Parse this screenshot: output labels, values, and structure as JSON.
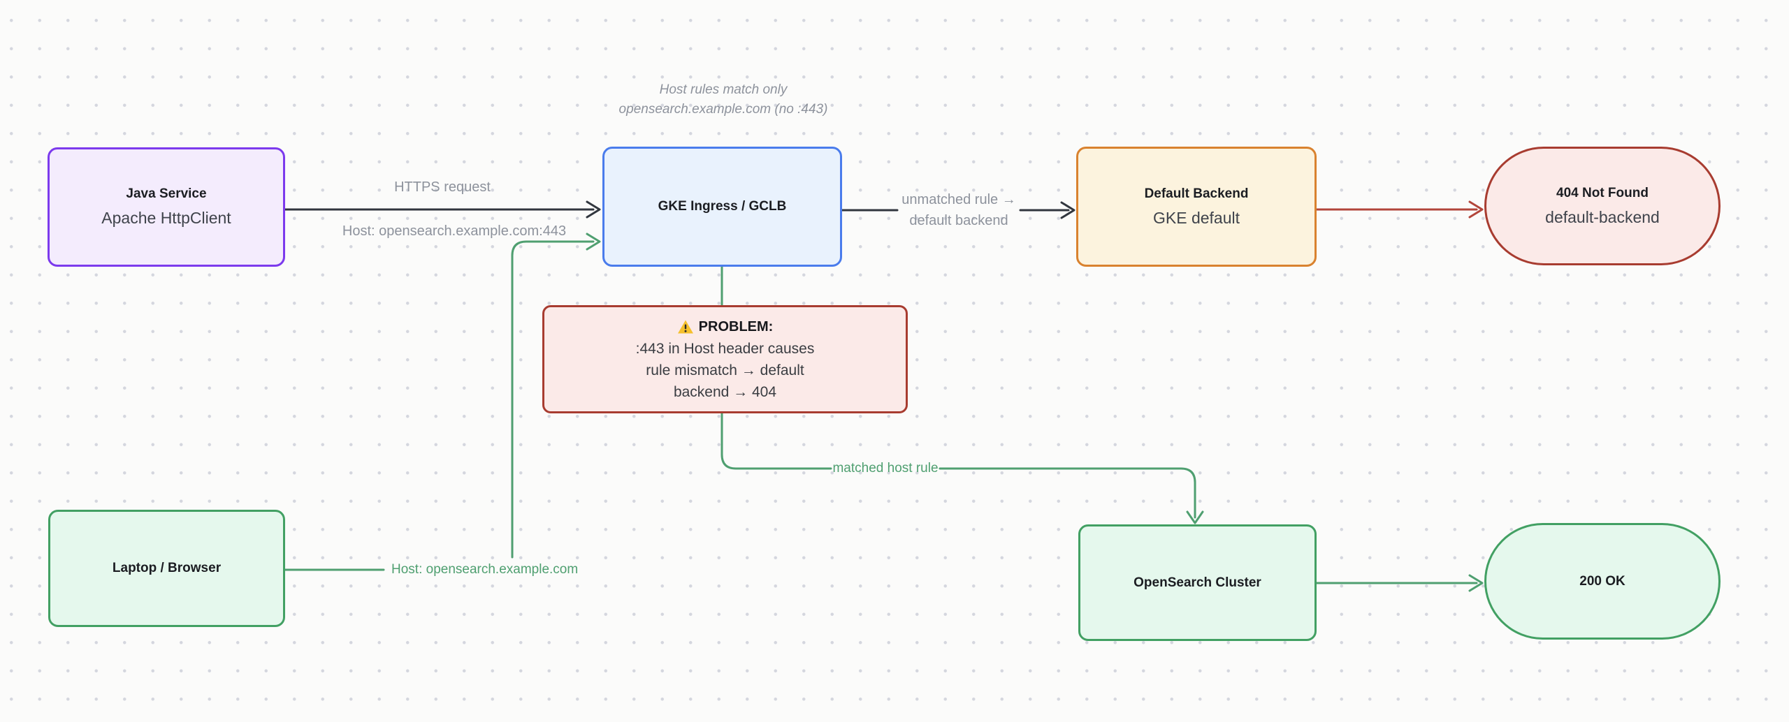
{
  "note": {
    "line1": "Host rules match only",
    "line2": "opensearch.example.com (no :443)"
  },
  "nodes": {
    "java_service": {
      "title": "Java Service",
      "subtitle": "Apache HttpClient"
    },
    "gke_ingress": {
      "title": "GKE Ingress / GCLB"
    },
    "default_backend": {
      "title": "Default Backend",
      "subtitle": "GKE default"
    },
    "not_found": {
      "title": "404 Not Found",
      "subtitle": "default-backend"
    },
    "laptop": {
      "title": "Laptop / Browser"
    },
    "opensearch": {
      "title": "OpenSearch Cluster"
    },
    "ok": {
      "title": "200 OK"
    },
    "problem": {
      "title": "PROBLEM:",
      "line1": ":443 in Host header causes",
      "line2": "rule mismatch → default",
      "line3": "backend → 404"
    }
  },
  "edges": {
    "https_request": {
      "label_top": "HTTPS request",
      "label_bottom": "Host: opensearch.example.com:443"
    },
    "unmatched": {
      "line1": "unmatched rule →",
      "line2": "default backend"
    },
    "matched": {
      "label": "matched host rule"
    },
    "browser_host": {
      "label": "Host: opensearch.example.com"
    }
  },
  "colors": {
    "purple_border": "#7c3aed",
    "purple_fill": "#f4ecfd",
    "blue_border": "#4a7cec",
    "blue_fill": "#e9f2fd",
    "orange_border": "#d9822f",
    "orange_fill": "#fcf3de",
    "red_border": "#a83c30",
    "red_fill": "#fbeae8",
    "green_border": "#42a063",
    "green_fill": "#e5f8ed",
    "connector_black": "#31363e",
    "connector_red": "#b2453a",
    "connector_green": "#4f9f70",
    "label_gray": "#8d929c",
    "warning_yellow": "#f5c02c"
  }
}
